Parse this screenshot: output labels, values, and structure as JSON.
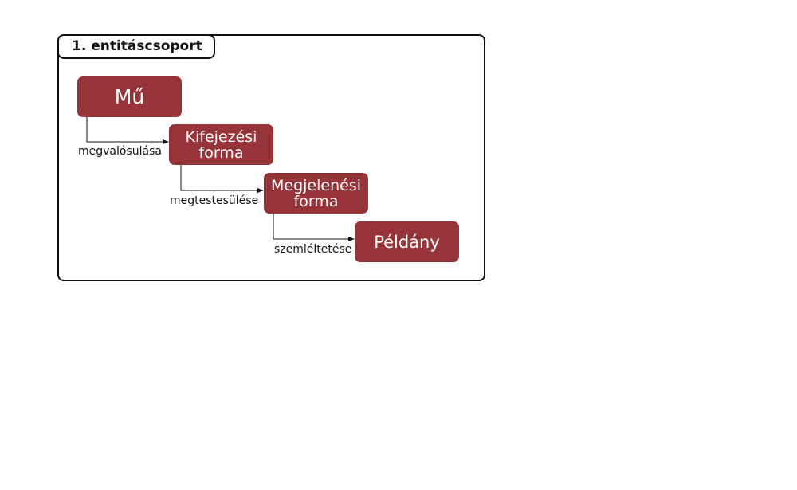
{
  "group": {
    "title": "1. entitáscsoport"
  },
  "colors": {
    "entity_fill": "#96343a",
    "entity_text": "#ffffff",
    "border": "#111111",
    "connector": "#111111"
  },
  "entities": {
    "mu": "Mű",
    "kifejezesi_forma": "Kifejezési\nforma",
    "megjelenesi_forma": "Megjelenési\nforma",
    "peldany": "Példány"
  },
  "relations": {
    "megvalosulasa": "megvalósulása",
    "megtestesulese": "megtestesülése",
    "szemleltetese": "szemléltetése"
  }
}
